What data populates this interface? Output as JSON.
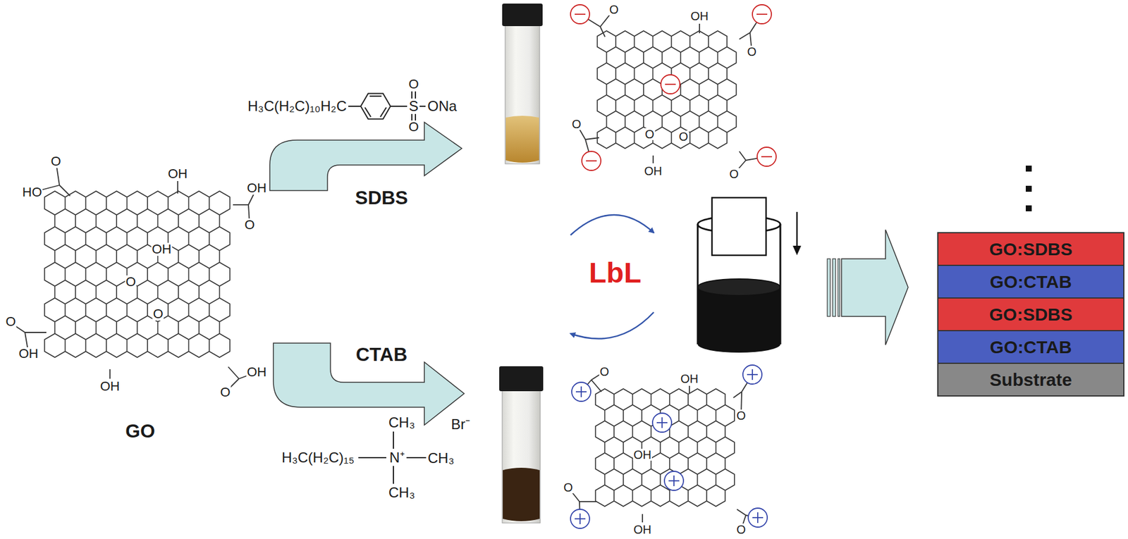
{
  "diagram": {
    "nodes": [
      {
        "text": [
          "GO:SDBS"
        ]
      },
      {
        "text": [
          "GO:CTAB"
        ]
      },
      {
        "text": [
          "GO:SDBS"
        ]
      },
      {
        "text": [
          "GO:CTAB"
        ]
      },
      {
        "text": [
          "Substrate"
        ]
      }
    ],
    "labels": [
      "O",
      "HO",
      "OH",
      "OH",
      "O",
      "OH",
      "O",
      "O",
      "O",
      "OH",
      "OH",
      "OH",
      "O",
      "GO",
      "H₃C(H₂C)₁₀H₂C",
      "O",
      "S",
      "O",
      "ONa",
      "SDBS",
      "CTAB",
      "CH₃",
      "Br⁻",
      "H₃C(H₂C)₁₅",
      "N⁺",
      "CH₃",
      "CH₃",
      "LbL",
      "O",
      "OH",
      "O",
      "O",
      "O",
      "O",
      "OH",
      "O",
      "O",
      "OH",
      "O",
      "O",
      "OH",
      "OH",
      "O"
    ]
  }
}
